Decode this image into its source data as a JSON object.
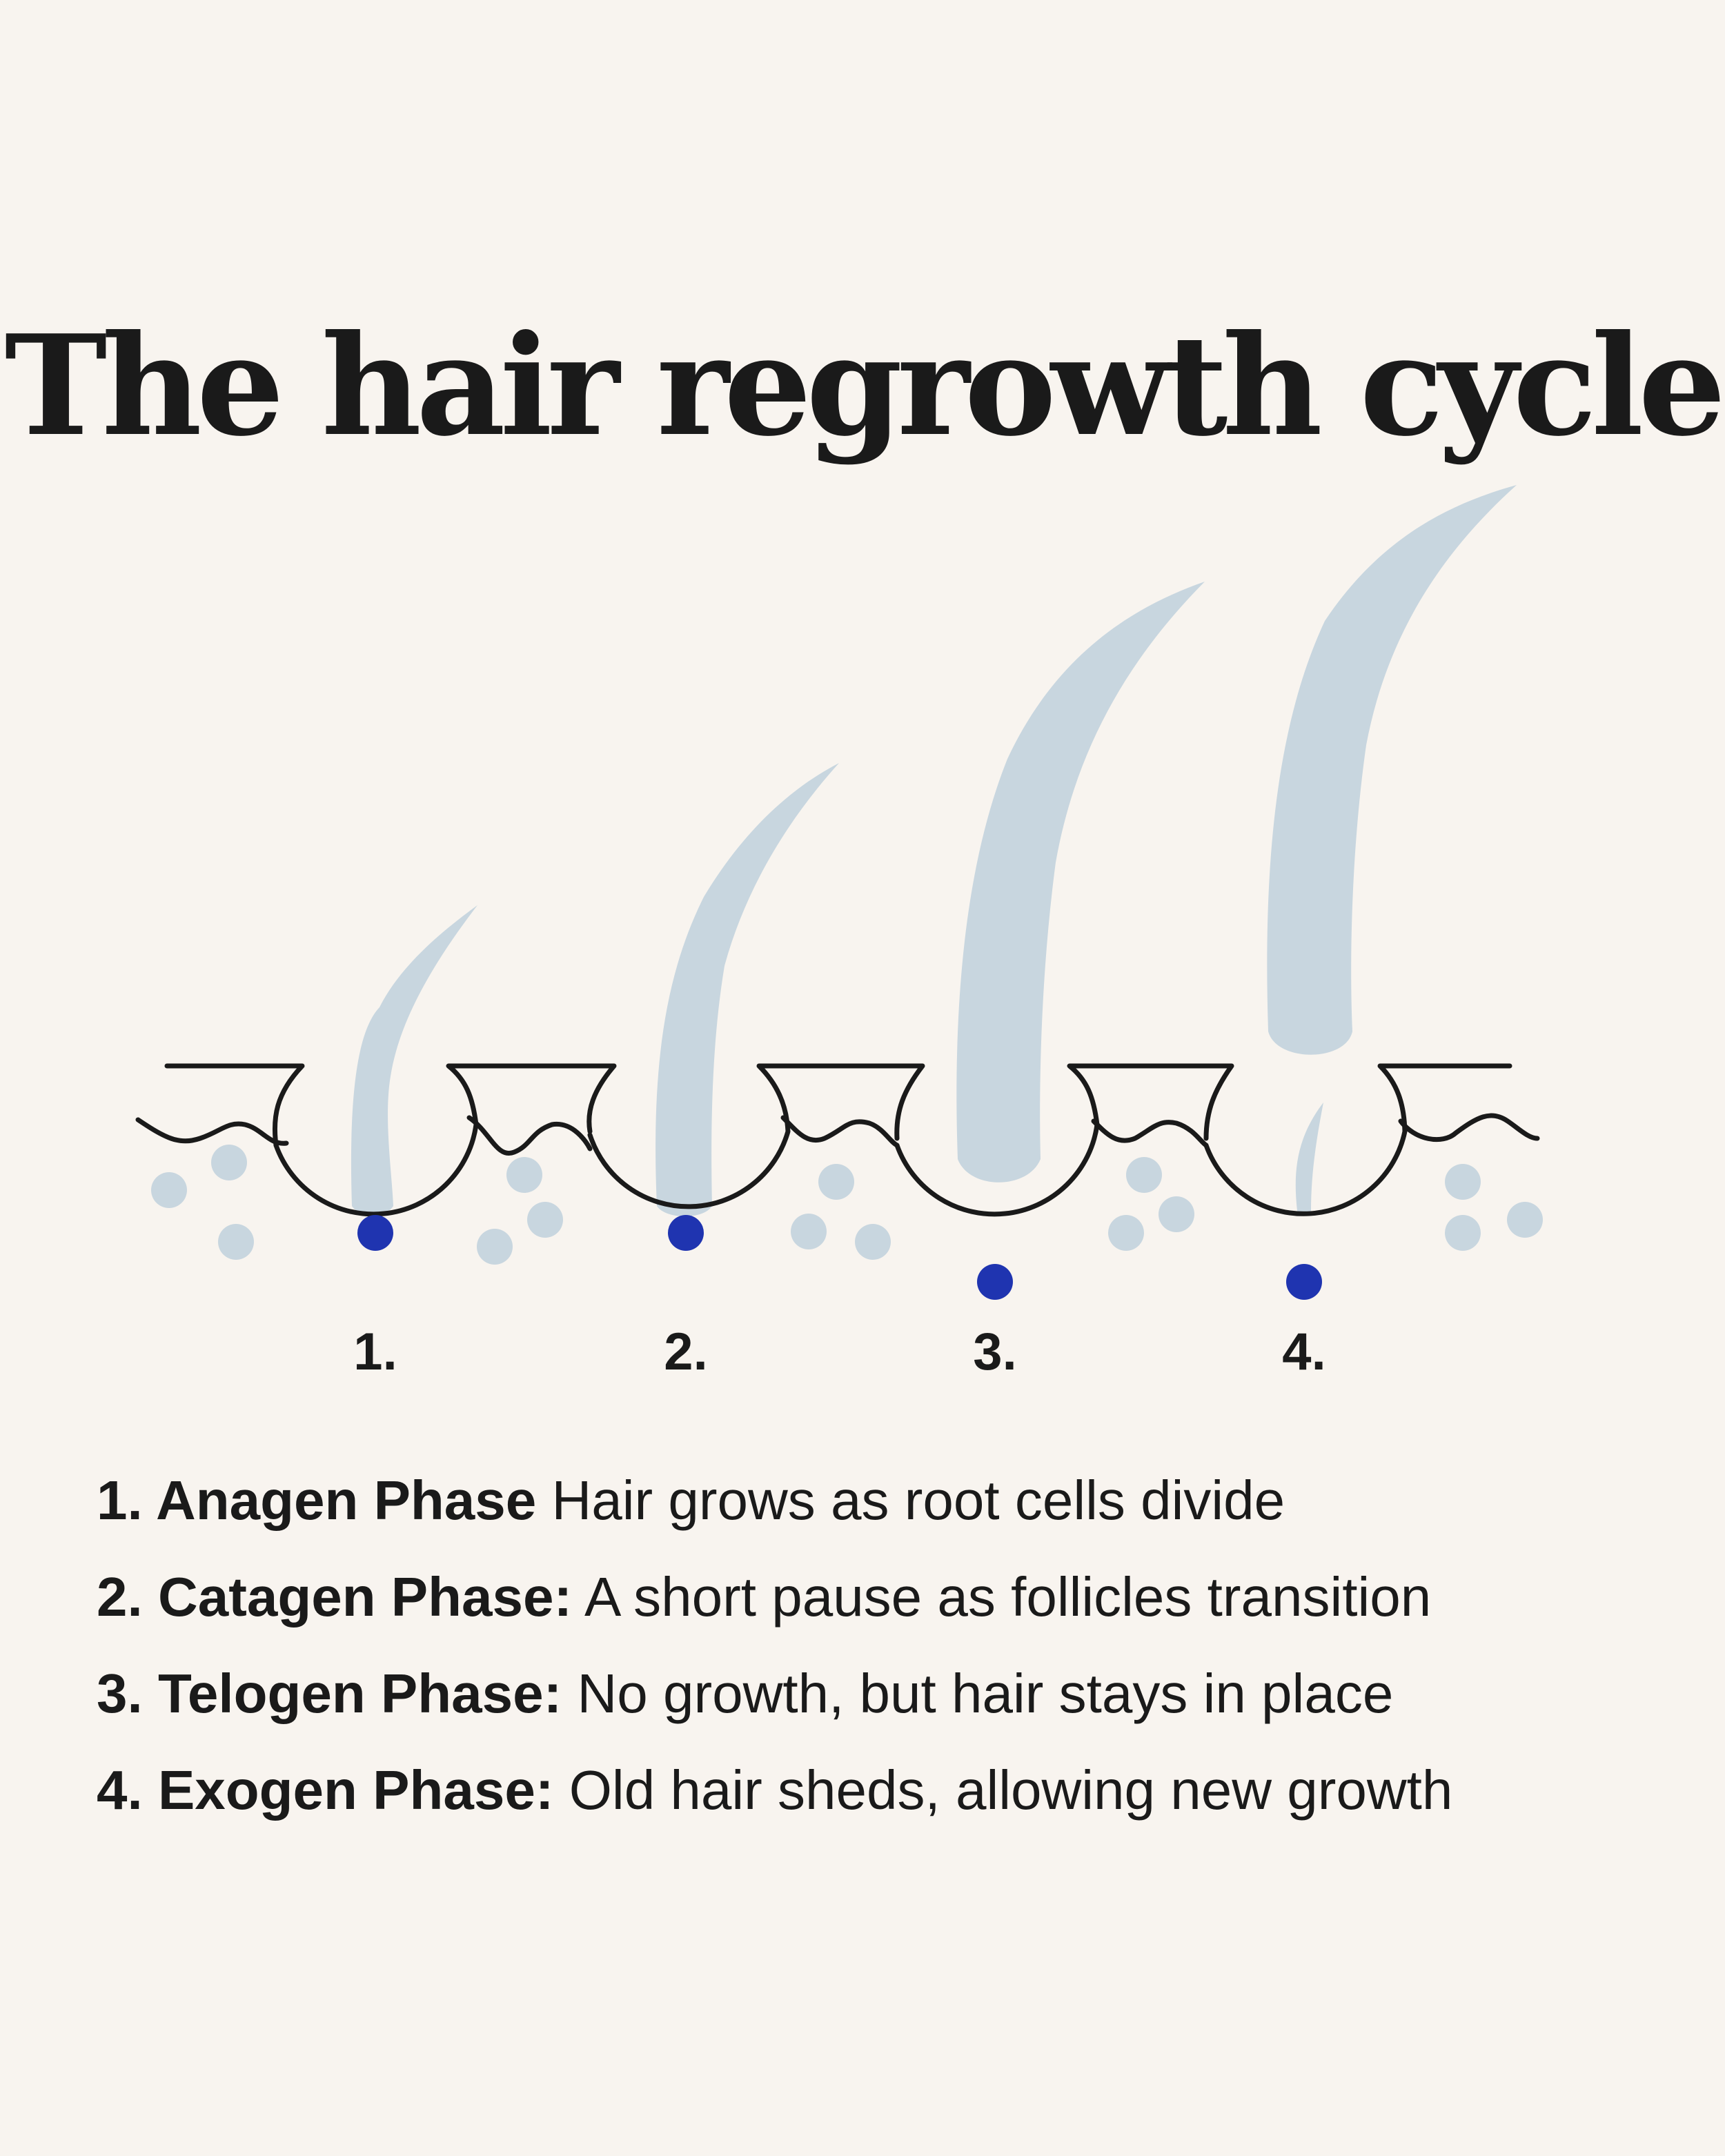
{
  "title": "The hair regrowth cycle",
  "colors": {
    "background": "#F8F4EF",
    "hair": "#C8D6DF",
    "papilla": "#1F34B0",
    "outline": "#1A1A1A"
  },
  "stage_numbers": [
    "1.",
    "2.",
    "3.",
    "4."
  ],
  "phases": [
    {
      "heading": "1. Anagen Phase",
      "description": " Hair grows as root cells divide"
    },
    {
      "heading": "2. Catagen Phase:",
      "description": " A short pause as follicles transition"
    },
    {
      "heading": "3. Telogen Phase:",
      "description": " No growth, but hair stays in place"
    },
    {
      "heading": "4. Exogen Phase:",
      "description": " Old hair sheds, allowing new growth"
    }
  ]
}
